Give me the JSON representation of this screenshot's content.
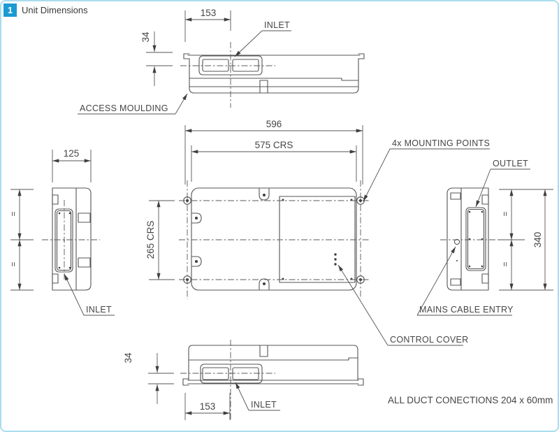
{
  "header": {
    "number": "1",
    "title": "Unit Dimensions"
  },
  "colors": {
    "accent": "#1b9ad3",
    "border": "#aadcf0",
    "line": "#545454",
    "text": "#454545"
  },
  "views": {
    "top": {
      "labels": {
        "inlet": "INLET",
        "access_moulding": "ACCESS MOULDING"
      },
      "dims": {
        "width": "153",
        "height": "34"
      }
    },
    "plan": {
      "labels": {
        "mounting_points": "4x MOUNTING POINTS",
        "control_cover": "CONTROL COVER"
      },
      "dims": {
        "overall_width": "596",
        "centres_width": "575 CRS",
        "centres_height": "265 CRS"
      }
    },
    "left": {
      "labels": {
        "inlet": "INLET"
      },
      "dims": {
        "depth": "125"
      }
    },
    "right": {
      "labels": {
        "outlet": "OUTLET",
        "mains_cable_entry": "MAINS CABLE ENTRY"
      },
      "dims": {
        "height": "340"
      }
    },
    "bottom": {
      "labels": {
        "inlet": "INLET"
      },
      "dims": {
        "width": "153",
        "height": "34"
      }
    }
  },
  "symbols": {
    "equal_spacing": "="
  },
  "note": "ALL DUCT CONECTIONS 204 x 60mm"
}
